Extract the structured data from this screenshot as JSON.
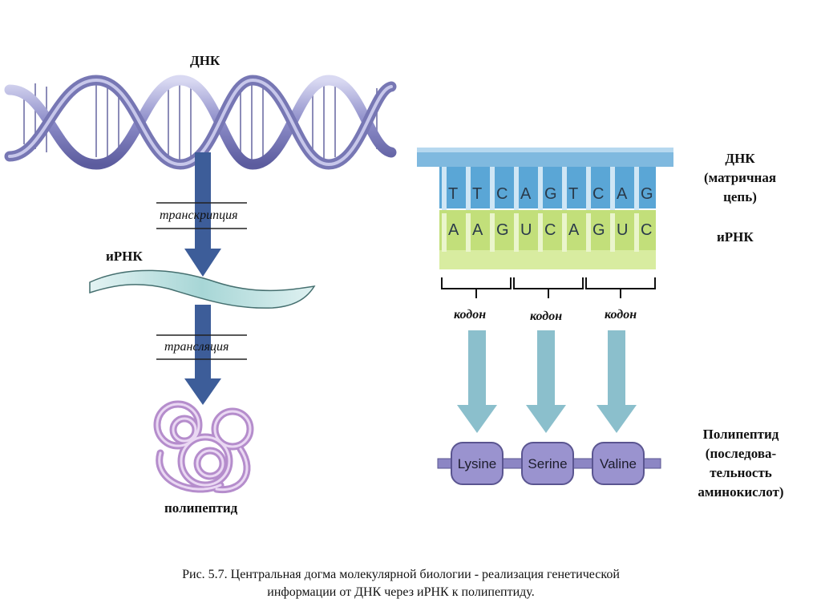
{
  "left": {
    "dna_label": "ДНК",
    "transcription_label": "транскрипция",
    "mrna_label": "иРНК",
    "translation_label": "трансляция",
    "polypeptide_label": "полипептид"
  },
  "right": {
    "dna_label_line1": "ДНК",
    "dna_label_line2": "(матричная",
    "dna_label_line3": "цепь)",
    "mrna_label": "иРНК",
    "dna_bases": [
      "T",
      "T",
      "C",
      "A",
      "G",
      "T",
      "C",
      "A",
      "G"
    ],
    "mrna_bases": [
      "A",
      "A",
      "G",
      "U",
      "C",
      "A",
      "G",
      "U",
      "C"
    ],
    "codon_labels": [
      "кодон",
      "кодон",
      "кодон"
    ],
    "amino_acids": [
      "Lysine",
      "Serine",
      "Valine"
    ],
    "polypeptide_line1": "Полипептид",
    "polypeptide_line2": "(последова-",
    "polypeptide_line3": "тельность",
    "polypeptide_line4": "аминокислот)"
  },
  "caption": {
    "line1": "Рис. 5.7. Центральная догма молекулярной биологии - реализация генетической",
    "line2": "информации от ДНК через иРНК к полипептиду."
  },
  "colors": {
    "helix": "#7f7fc0",
    "arrow_dark": "#3d5d99",
    "mrna_ribbon": "#9fd3d3",
    "dna_strand": "#5aa6d6",
    "mrna_strand": "#c2df7a",
    "arrow_light": "#8bbfcc",
    "amino_acid": "#9a93cf",
    "polypeptide_coil": "#c9a7d9"
  }
}
